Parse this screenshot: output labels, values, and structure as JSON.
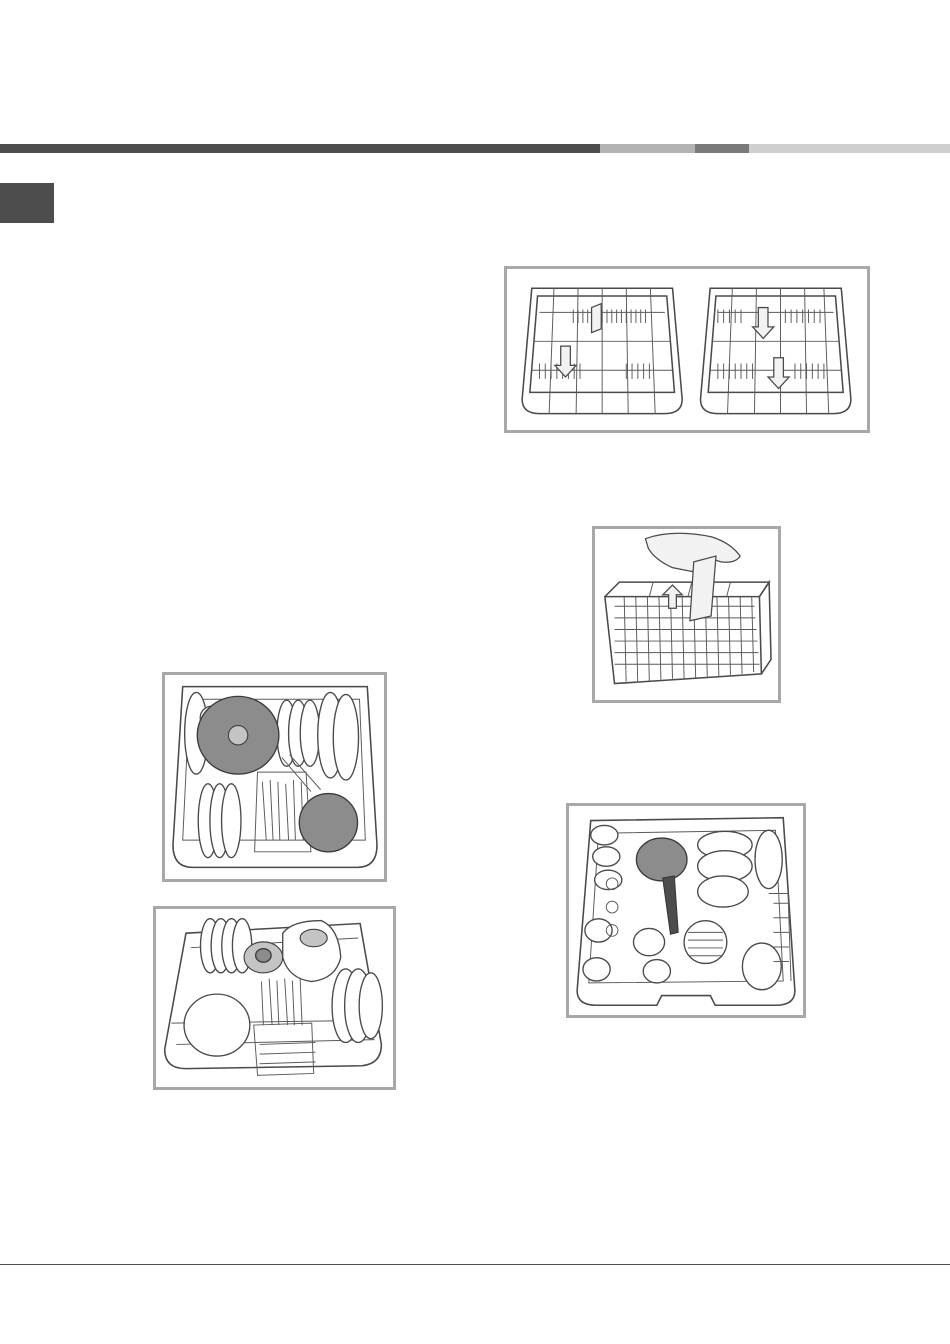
{
  "colors": {
    "bar_dark": "#4d4d4d",
    "bar_mid": "#b3b3b3",
    "bar_dark2": "#7a7a7a",
    "bar_light": "#cfcfcf",
    "language_tab": "#4d4d4d",
    "frame_border": "#a8a8a8"
  },
  "illustrations": [
    "rack-adjustment-diagram",
    "cutlery-basket-diagram",
    "upper-rack-loaded-diagram",
    "lower-rack-loaded-diagram",
    "lower-rack-full-diagram"
  ]
}
